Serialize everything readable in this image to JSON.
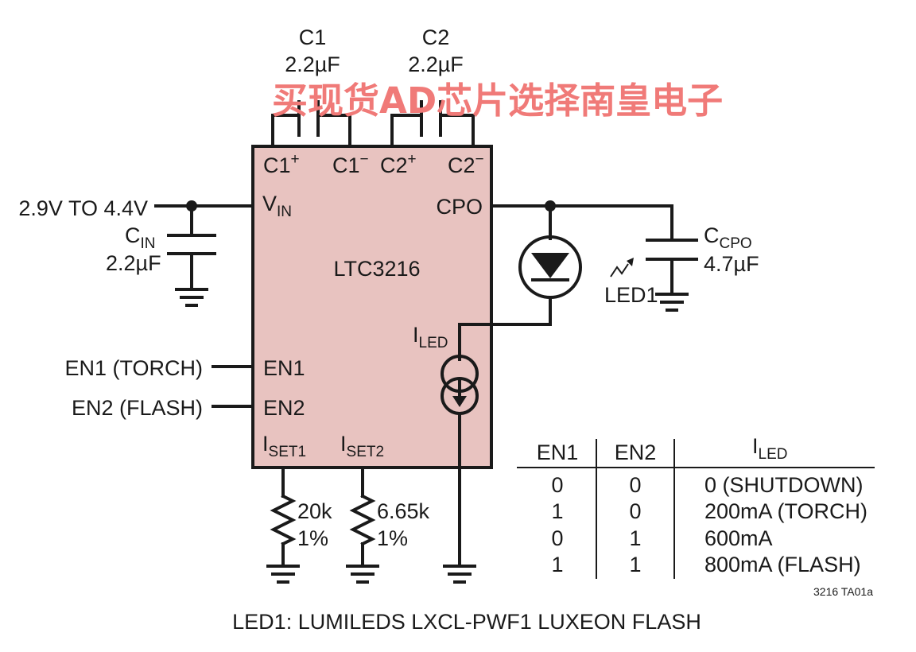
{
  "watermark": "买现货AD芯片选择南皇电子",
  "chip": {
    "name": "LTC3216",
    "pins": {
      "c1p": "C1",
      "c1p_sup": "+",
      "c1m": "C1",
      "c1m_sup": "−",
      "c2p": "C2",
      "c2p_sup": "+",
      "c2m": "C2",
      "c2m_sup": "−",
      "vin": "V",
      "vin_sub": "IN",
      "cpo": "CPO",
      "iled": "I",
      "iled_sub": "LED",
      "en1": "EN1",
      "en2": "EN2",
      "iset1": "I",
      "iset1_sub": "SET1",
      "iset2": "I",
      "iset2_sub": "SET2"
    }
  },
  "components": {
    "c1_name": "C1",
    "c1_value": "2.2µF",
    "c2_name": "C2",
    "c2_value": "2.2µF",
    "cin_name": "C",
    "cin_sub": "IN",
    "cin_value": "2.2µF",
    "ccpo_name": "C",
    "ccpo_sub": "CPO",
    "ccpo_value": "4.7µF",
    "led": "LED1",
    "r1_value": "20k",
    "r1_tol": "1%",
    "r2_value": "6.65k",
    "r2_tol": "1%"
  },
  "inputs": {
    "supply": "2.9V TO 4.4V",
    "en1": "EN1 (TORCH)",
    "en2": "EN2 (FLASH)"
  },
  "truth_table": {
    "headers": [
      "EN1",
      "EN2",
      "I"
    ],
    "header3_sub": "LED",
    "rows": [
      [
        "0",
        "0",
        "0 (SHUTDOWN)"
      ],
      [
        "1",
        "0",
        "200mA (TORCH)"
      ],
      [
        "0",
        "1",
        "600mA"
      ],
      [
        "1",
        "1",
        "800mA (FLASH)"
      ]
    ]
  },
  "figure_id": "3216 TA01a",
  "footnote": "LED1: LUMILEDS LXCL-PWF1 LUXEON FLASH",
  "colors": {
    "chip_fill": "#e8c3c0",
    "watermark": "#f07a78",
    "ink": "#1a1a1a"
  }
}
